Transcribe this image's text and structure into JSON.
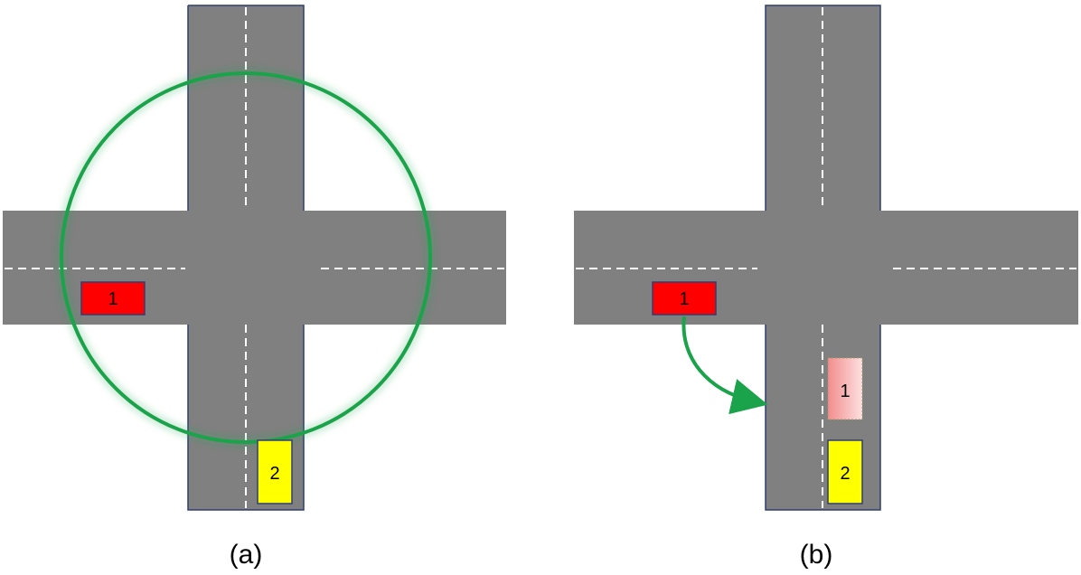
{
  "panels": [
    {
      "caption": "(a)",
      "cars": [
        {
          "label": "1"
        },
        {
          "label": "2"
        }
      ]
    },
    {
      "caption": "(b)",
      "cars": [
        {
          "label": "1"
        },
        {
          "label": "1"
        },
        {
          "label": "2"
        }
      ]
    }
  ],
  "colors": {
    "road": "#808080",
    "road_edge": "#2f3e73",
    "lane_marking": "#ffffff",
    "car1": "#ff0000",
    "car2": "#ffff00",
    "car1_ghost": "#f7b3b3",
    "range_circle": "#1aa34a",
    "turn_arrow": "#1aa34a"
  }
}
